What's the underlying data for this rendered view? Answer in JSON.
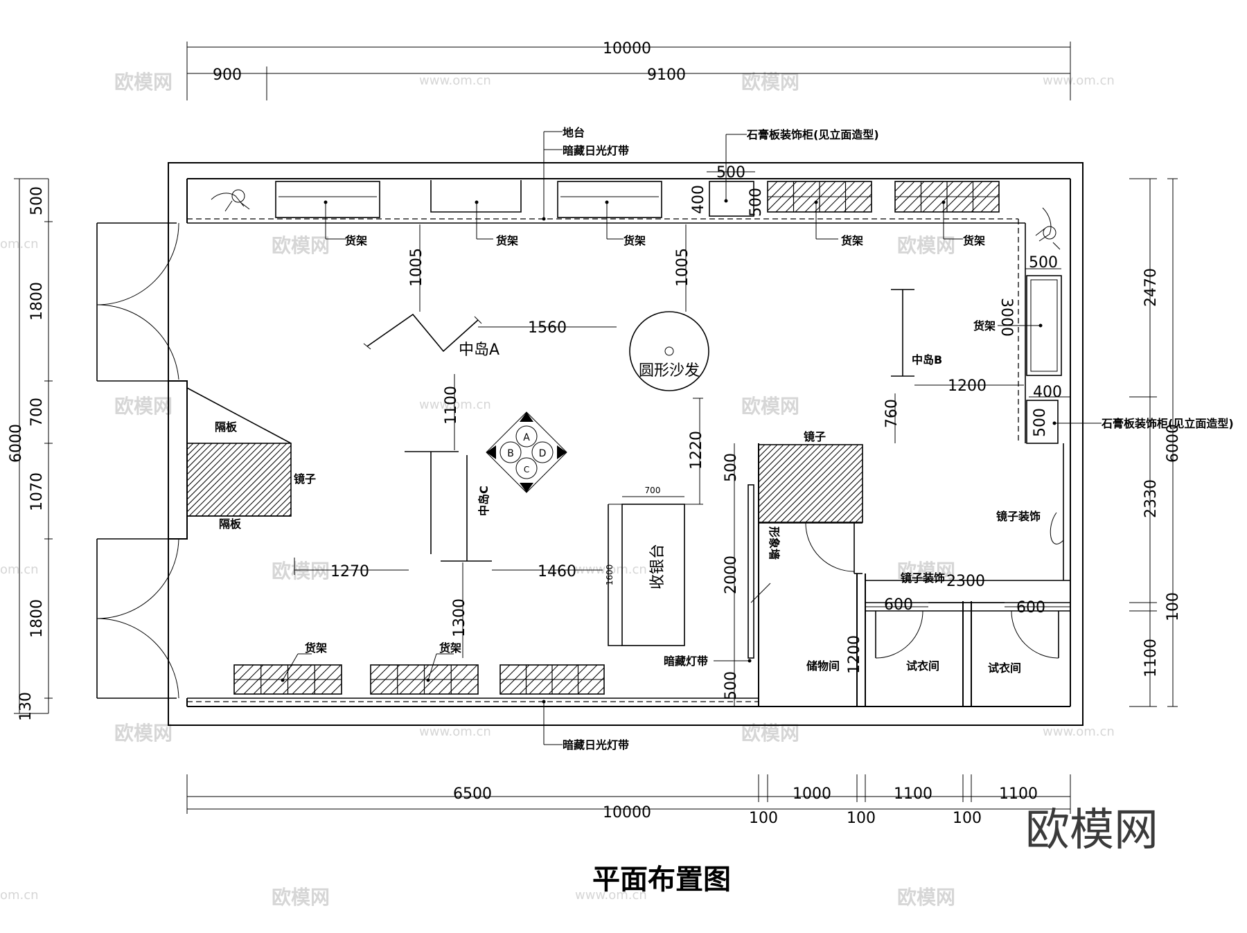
{
  "title": "平面布置图",
  "brand": "欧模网",
  "watermark": {
    "logo": "欧模网",
    "url": "www.om.cn",
    "edge": "om.cn"
  },
  "dimensions": {
    "top_total": "10000",
    "top_left": "900",
    "top_right": "9100",
    "left_total": "6000",
    "left_segments": [
      "500",
      "1800",
      "700",
      "1070",
      "1800",
      "130"
    ],
    "right_total": "6000",
    "right_segments": [
      "2470",
      "2330",
      "100",
      "1100"
    ],
    "bottom_row1": [
      "6500",
      "1000",
      "1100",
      "1100"
    ],
    "bottom_row2": [
      "10000",
      "100",
      "100",
      "100"
    ],
    "interior": {
      "d500_top": "500",
      "d400": "400",
      "d500_side": "500",
      "d1005_a": "1005",
      "d1005_b": "1005",
      "d1560": "1560",
      "d1100": "1100",
      "d1220": "1220",
      "d1270": "1270",
      "d1460": "1460",
      "d1300": "1300",
      "d700": "700",
      "d1600": "1600",
      "d500_wall_top": "500",
      "d2000": "2000",
      "d500_wall_bottom": "500",
      "d1200_center": "1200",
      "d760": "760",
      "d500_right": "500",
      "d3000": "3000",
      "d400_right": "400",
      "d500_right2": "500",
      "d2300": "2300",
      "d600_a": "600",
      "d600_b": "600",
      "d1200_fit": "1200"
    }
  },
  "labels": {
    "platform": "地台",
    "hidden_light_top": "暗藏日光灯带",
    "gypsum_cabinet_top": "石膏板装饰柜(见立面造型)",
    "gypsum_cabinet_right": "石膏板装饰柜(见立面造型)",
    "shelf": "货架",
    "island_a": "中岛A",
    "island_b": "中岛B",
    "island_c": "中岛C",
    "round_sofa": "圆形沙发",
    "partition_top": "隔板",
    "partition_bottom": "隔板",
    "mirror_left": "镜子",
    "mirror_center": "镜子",
    "mirror_decor_right": "镜子装饰",
    "mirror_decor_fit": "镜子装饰",
    "image_wall": "形象墙",
    "cashier": "收银台",
    "hidden_light_strip": "暗藏灯带",
    "storage": "储物间",
    "fitting_room_1": "试衣间",
    "fitting_room_2": "试衣间",
    "hidden_light_bottom": "暗藏日光灯带",
    "compass": [
      "A",
      "B",
      "C",
      "D"
    ]
  }
}
